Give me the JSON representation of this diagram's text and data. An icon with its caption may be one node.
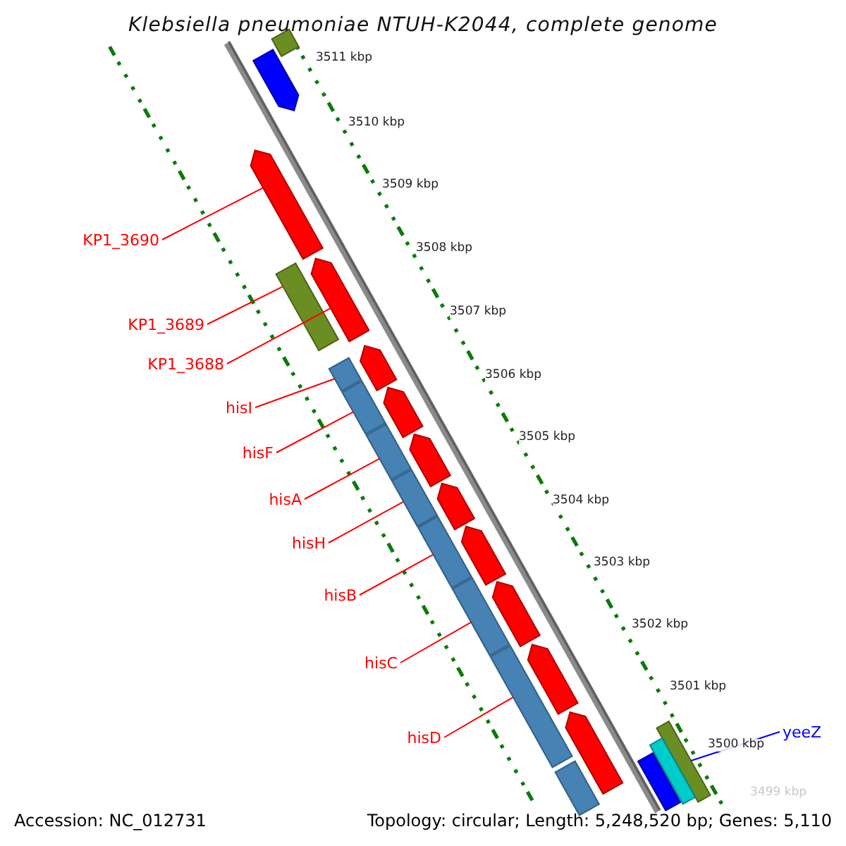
{
  "diagram": {
    "title": "Klebsiella pneumoniae NTUH-K2044, complete genome",
    "nodes": [
      {
        "text": [],
        "shape": "arrow"
      },
      {
        "text": [],
        "shape": "bar"
      },
      {
        "text": [
          "KP1_3690"
        ]
      },
      {
        "text": [],
        "shape": "arrow"
      },
      {
        "text": [
          "KP1_3689"
        ]
      },
      {
        "text": [],
        "shape": "bar"
      },
      {
        "text": [
          "KP1_3688"
        ]
      },
      {
        "text": [],
        "shape": "arrow"
      },
      {
        "text": [
          "hisI"
        ]
      },
      {
        "text": [],
        "shape": "bar"
      },
      {
        "text": [
          "hisF"
        ]
      },
      {
        "text": [],
        "shape": "bar"
      },
      {
        "text": [
          "hisA"
        ]
      },
      {
        "text": [],
        "shape": "bar"
      },
      {
        "text": [
          "hisH"
        ]
      },
      {
        "text": [],
        "shape": "bar"
      },
      {
        "text": [
          "hisB"
        ]
      },
      {
        "text": [],
        "shape": "bar"
      },
      {
        "text": [
          "hisC"
        ]
      },
      {
        "text": [],
        "shape": "bar"
      },
      {
        "text": [
          "hisD"
        ]
      },
      {
        "text": [],
        "shape": "bar"
      },
      {
        "text": [],
        "shape": "arrow"
      },
      {
        "text": [],
        "shape": "arrow"
      },
      {
        "text": [],
        "shape": "arrow"
      },
      {
        "text": [],
        "shape": "arrow"
      },
      {
        "text": [],
        "shape": "arrow"
      },
      {
        "text": [],
        "shape": "arrow"
      },
      {
        "text": [],
        "shape": "arrow"
      },
      {
        "text": [],
        "shape": "arrow"
      },
      {
        "text": [],
        "shape": "bar"
      },
      {
        "text": [
          "yeeZ"
        ]
      },
      {
        "text": [],
        "shape": "bar"
      },
      {
        "text": [],
        "shape": "bar"
      },
      {
        "text": [],
        "shape": "bar"
      }
    ],
    "edges": [
      {
        "from": 2,
        "to": 3,
        "arrow": "none"
      },
      {
        "from": 4,
        "to": 5,
        "arrow": "none"
      },
      {
        "from": 6,
        "to": 7,
        "arrow": "none"
      },
      {
        "from": 8,
        "to": 9,
        "arrow": "none"
      },
      {
        "from": 10,
        "to": 11,
        "arrow": "none"
      },
      {
        "from": 12,
        "to": 13,
        "arrow": "none"
      },
      {
        "from": 14,
        "to": 15,
        "arrow": "none"
      },
      {
        "from": 16,
        "to": 17,
        "arrow": "none"
      },
      {
        "from": 18,
        "to": 19,
        "arrow": "none"
      },
      {
        "from": 20,
        "to": 21,
        "arrow": "none"
      },
      {
        "from": 31,
        "to": 32,
        "arrow": "none",
        "color": "#0000ff"
      }
    ],
    "labels": [
      "3511 kbp",
      "3510 kbp",
      "3509 kbp",
      "3508 kbp",
      "3507 kbp",
      "3506 kbp",
      "3505 kbp",
      "3504 kbp",
      "3503 kbp",
      "3502 kbp",
      "3501 kbp",
      "3500 kbp",
      "3499 kbp",
      "Accession: NC_012731",
      "Topology: circular; Length: 5,248,520 bp; Genes: 5,110"
    ]
  }
}
